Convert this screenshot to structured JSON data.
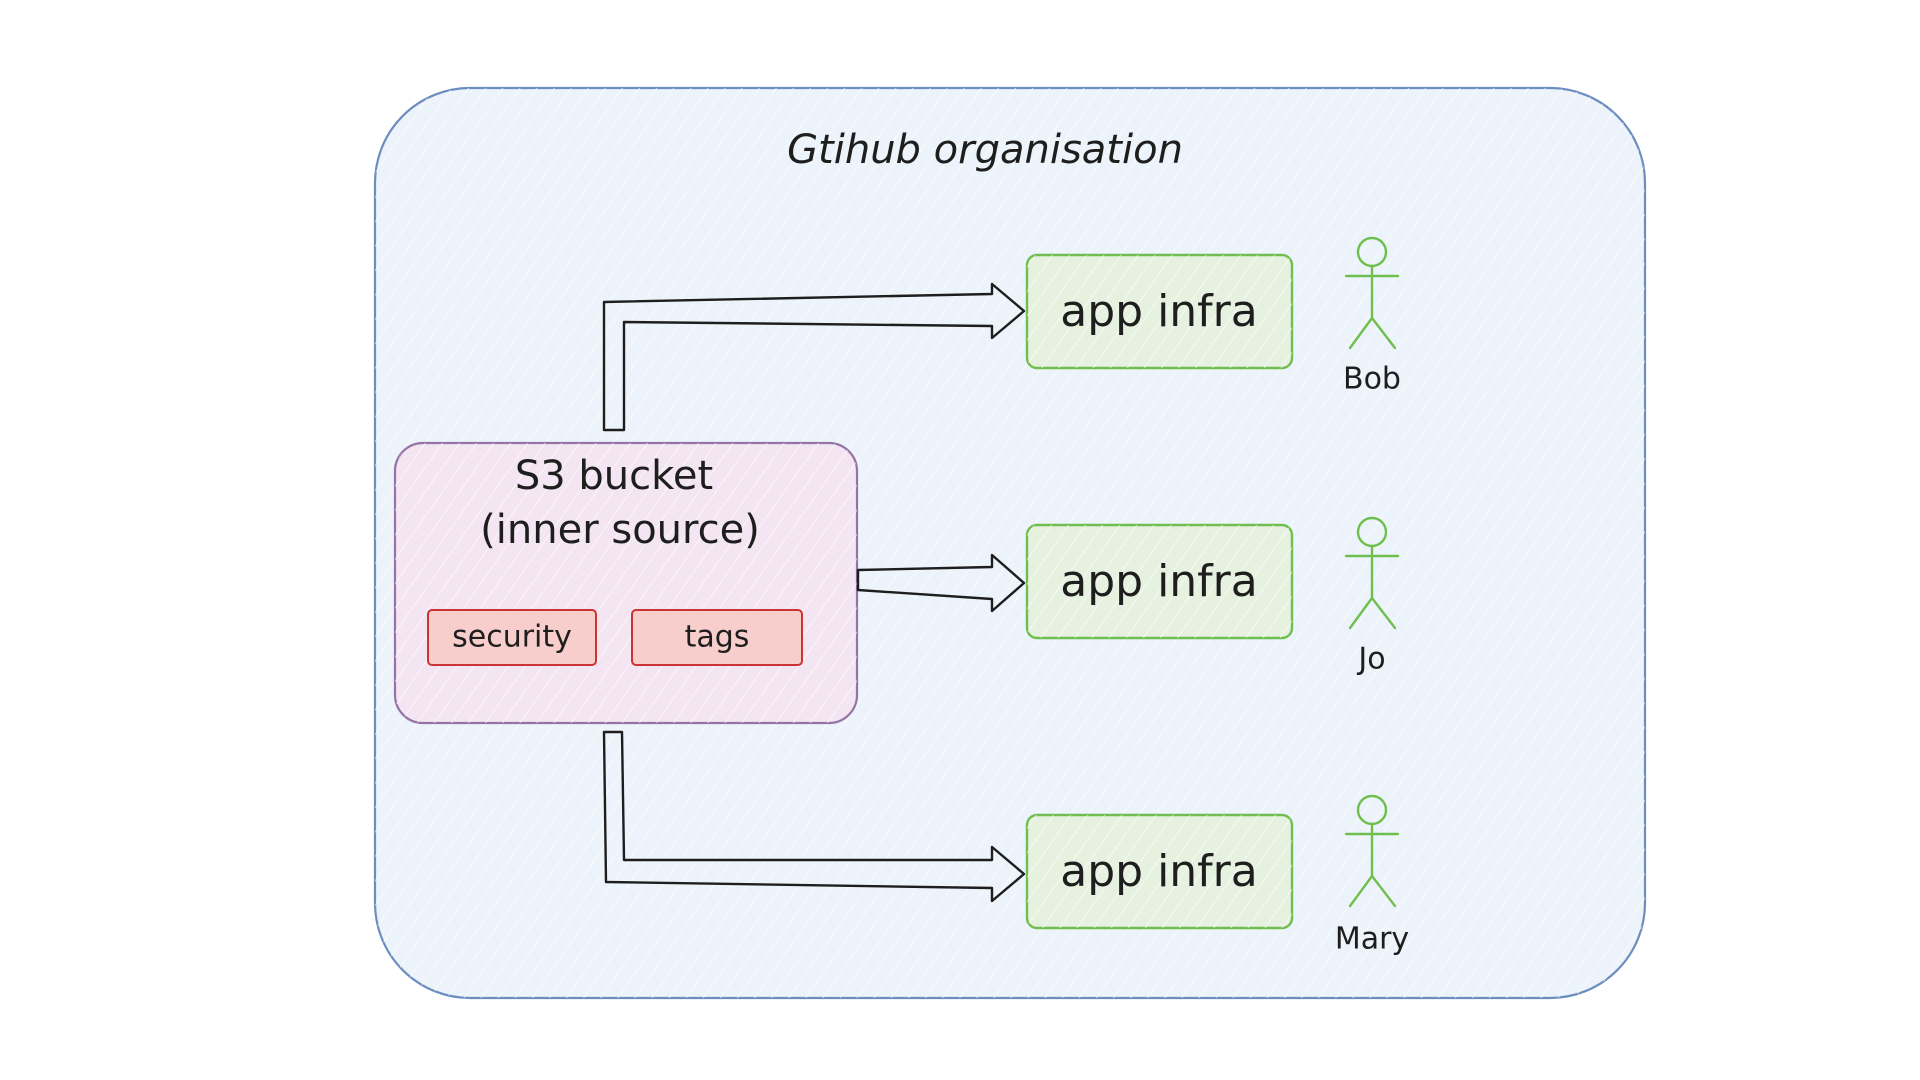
{
  "diagram": {
    "org_title": "Gtihub organisation",
    "source": {
      "line1": "S3 bucket",
      "line2": "(inner source)",
      "chips": [
        "security",
        "tags"
      ]
    },
    "targets": [
      {
        "label": "app infra",
        "person": "Bob"
      },
      {
        "label": "app infra",
        "person": "Jo"
      },
      {
        "label": "app infra",
        "person": "Mary"
      }
    ]
  },
  "colors": {
    "org_fill": "#edf3fa",
    "org_stroke": "#6c8ebf",
    "source_fill": "#f3e6f2",
    "source_stroke": "#9673a6",
    "chip_fill": "#f8cecc",
    "chip_stroke": "#cc3333",
    "target_fill": "#e6f1e0",
    "target_stroke": "#6fbf4f",
    "person_stroke": "#6fbf4f",
    "arrow_stroke": "#1e1e1e"
  }
}
